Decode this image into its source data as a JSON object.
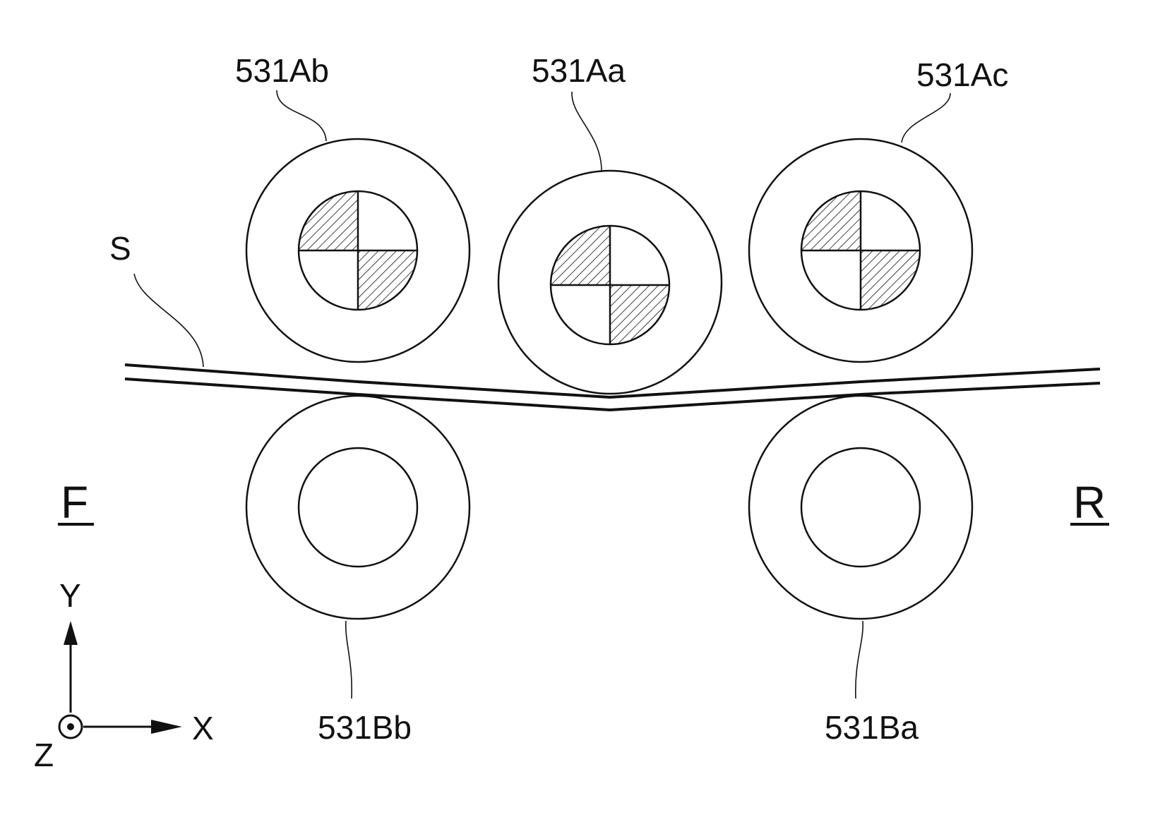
{
  "rollers": {
    "upper_b": "531Ab",
    "upper_a": "531Aa",
    "upper_c": "531Ac",
    "lower_b": "531Bb",
    "lower_a": "531Ba"
  },
  "sheet_label": "S",
  "sides": {
    "front": "F",
    "rear": "R"
  },
  "axes": {
    "y": "Y",
    "x": "X",
    "z": "Z"
  }
}
